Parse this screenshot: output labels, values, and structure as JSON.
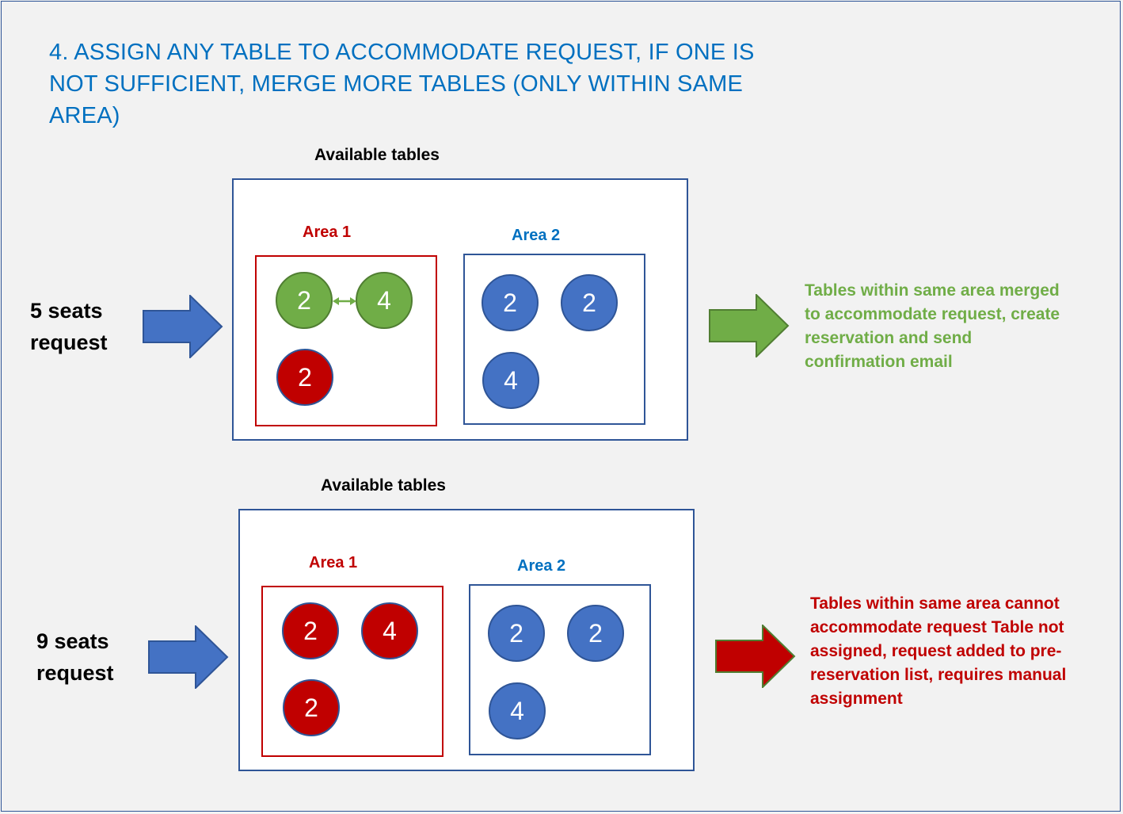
{
  "title": "4. ASSIGN ANY TABLE TO ACCOMMODATE REQUEST, IF ONE IS NOT SUFFICIENT, MERGE MORE TABLES (ONLY WITHIN SAME AREA)",
  "colors": {
    "title_blue": "#0070c0",
    "border_blue": "#2f5597",
    "table_blue": "#4472c4",
    "red": "#c00000",
    "green": "#70ad47"
  },
  "scenarios": [
    {
      "seats_line1": "5 seats",
      "seats_line2": "request",
      "available_label": "Available tables",
      "area1": {
        "label": "Area 1",
        "tables": [
          "2",
          "4",
          "2"
        ]
      },
      "area2": {
        "label": "Area 2",
        "tables": [
          "2",
          "2",
          "4"
        ]
      },
      "result_text": "Tables within same area merged to accommodate request, create reservation and send confirmation email"
    },
    {
      "seats_line1": "9 seats",
      "seats_line2": "request",
      "available_label": "Available tables",
      "area1": {
        "label": "Area 1",
        "tables": [
          "2",
          "4",
          "2"
        ]
      },
      "area2": {
        "label": "Area 2",
        "tables": [
          "2",
          "2",
          "4"
        ]
      },
      "result_text": "Tables within same area cannot accommodate request Table not assigned, request added to pre-reservation list, requires manual assignment"
    }
  ]
}
